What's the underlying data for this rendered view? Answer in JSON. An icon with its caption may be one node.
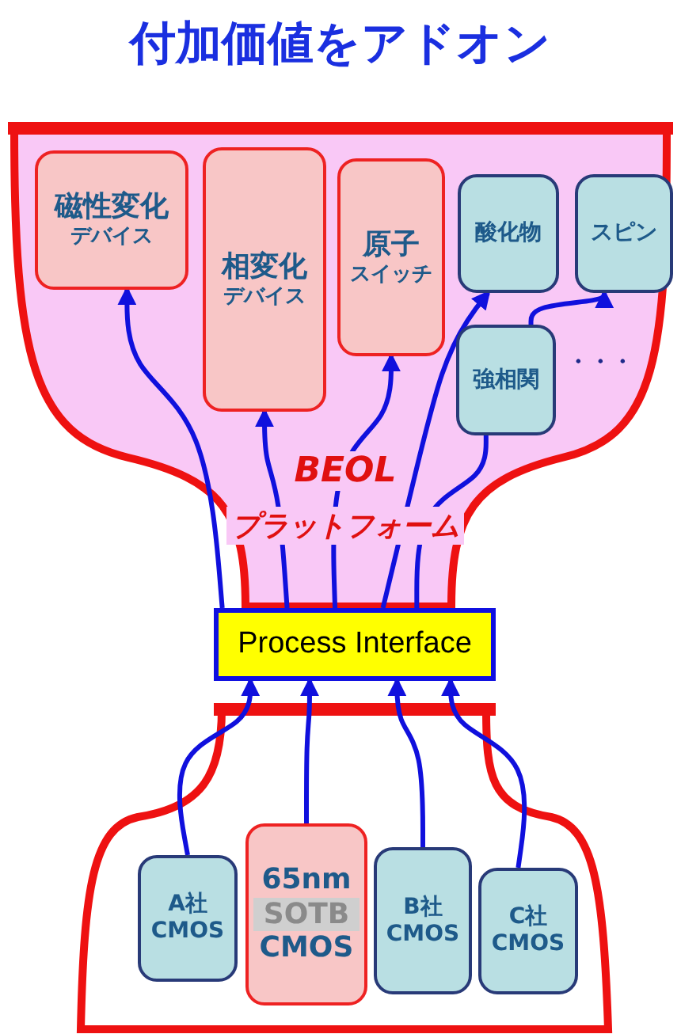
{
  "diagram": {
    "title": "付加価値をアドオン",
    "nodes": [
      {
        "text": [
          "BEOL",
          "プラットフォーム"
        ]
      },
      {
        "text": [
          "磁性変化",
          "デバイス"
        ],
        "in": 0
      },
      {
        "text": [
          "相変化",
          "デバイス"
        ],
        "in": 0
      },
      {
        "text": [
          "原子",
          "スイッチ"
        ],
        "in": 0
      },
      {
        "text": [
          "酸化物"
        ],
        "in": 0
      },
      {
        "text": [
          "スピン"
        ],
        "in": 0
      },
      {
        "text": [
          "強相関"
        ],
        "in": 0
      },
      {
        "text": [
          "Process Interface"
        ]
      },
      {
        "text": [],
        "shape": "box"
      },
      {
        "text": [
          "A社 CMOS"
        ],
        "in": 8
      },
      {
        "text": [
          "65nm",
          "SOTB",
          "CMOS"
        ],
        "in": 8
      },
      {
        "text": [
          "B社 CMOS"
        ],
        "in": 8
      },
      {
        "text": [
          "C社 CMOS"
        ],
        "in": 8
      }
    ],
    "edges": [
      {
        "from": 9,
        "to": 7,
        "arrow": "to"
      },
      {
        "from": 10,
        "to": 7,
        "arrow": "to"
      },
      {
        "from": 11,
        "to": 7,
        "arrow": "to"
      },
      {
        "from": 12,
        "to": 7,
        "arrow": "to"
      },
      {
        "from": 7,
        "to": 1,
        "arrow": "to"
      },
      {
        "from": 7,
        "to": 2,
        "arrow": "to"
      },
      {
        "from": 7,
        "to": 3,
        "arrow": "to"
      },
      {
        "from": 7,
        "to": 4,
        "arrow": "to"
      },
      {
        "from": 7,
        "to": 6,
        "arrow": "none"
      },
      {
        "from": 6,
        "to": 5,
        "arrow": "to"
      }
    ],
    "labels": [
      "・・・"
    ]
  }
}
